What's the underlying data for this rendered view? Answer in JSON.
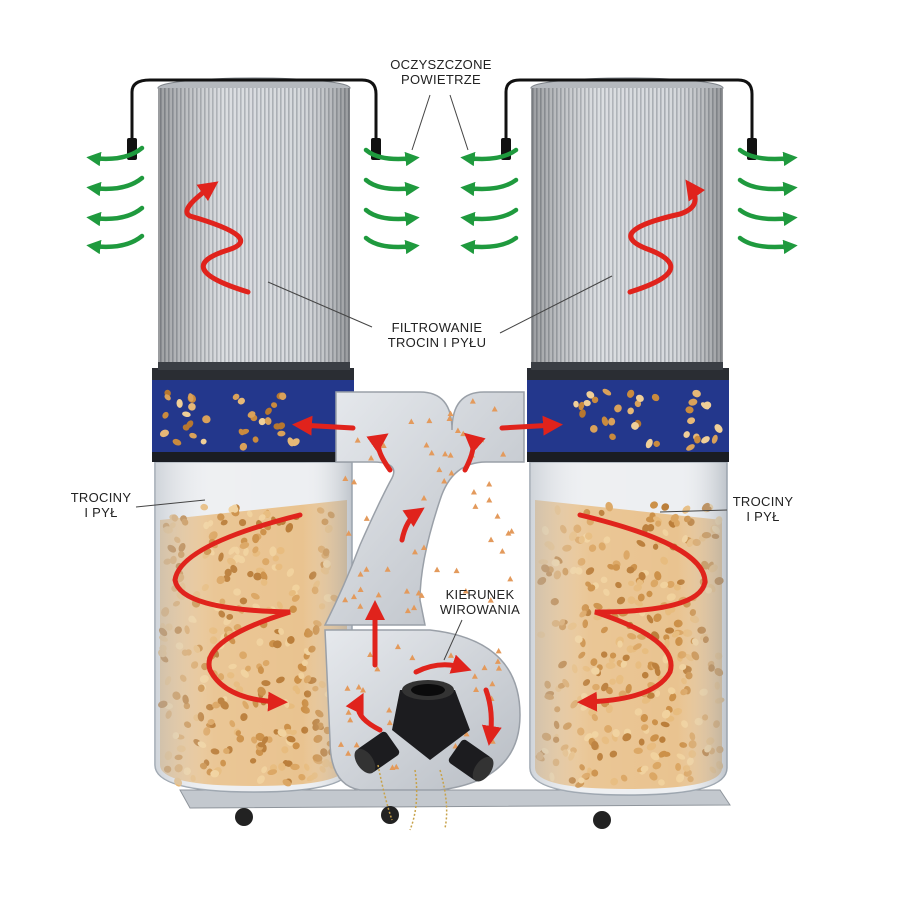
{
  "labels": {
    "clean_air": {
      "line1": "OCZYSZCZONE",
      "line2": "POWIETRZE"
    },
    "filtering": {
      "line1": "FILTROWANIE",
      "line2": "TROCIN I PYŁU"
    },
    "dust_left": {
      "line1": "TROCINY",
      "line2": "I PYŁ"
    },
    "dust_right": {
      "line1": "TROCINY",
      "line2": "I PYŁ"
    },
    "spin": {
      "line1": "KIERUNEK",
      "line2": "WIROWANIA"
    }
  },
  "colors": {
    "filter": "#c9ccd0",
    "filter_dark": "#8f949a",
    "ring_blue": "#23378c",
    "duct": "#d3d7dd",
    "bag": "#eef1f4",
    "sawdust": "#d9a15a",
    "flow_arrow": "#e0231c",
    "air_arrow": "#1f9a3e",
    "base": "#b9bec4"
  },
  "icons": {
    "air_out": "green-curved-arrow-icon",
    "flow": "red-arrow-icon",
    "inlet": "black-inlet-port-icon"
  }
}
